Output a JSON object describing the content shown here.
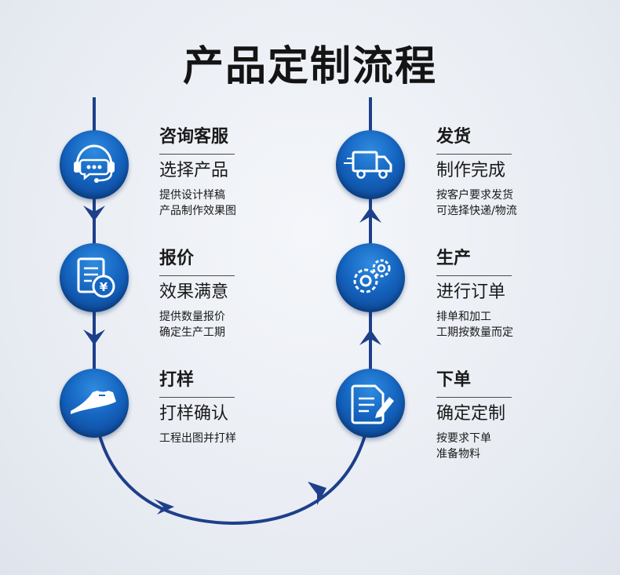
{
  "title": "产品定制流程",
  "steps": [
    {
      "icon": "customer-service-headset-icon",
      "heading": "咨询客服",
      "subheading": "选择产品",
      "line1": "提供设计样稿",
      "line2": "产品制作效果图"
    },
    {
      "icon": "quote-document-yen-icon",
      "heading": "报价",
      "subheading": "效果满意",
      "line1": "提供数量报价",
      "line2": "确定生产工期"
    },
    {
      "icon": "sample-shoe-icon",
      "heading": "打样",
      "subheading": "打样确认",
      "line1": "工程出图并打样",
      "line2": ""
    },
    {
      "icon": "order-edit-icon",
      "heading": "下单",
      "subheading": "确定定制",
      "line1": "按要求下单",
      "line2": "准备物料"
    },
    {
      "icon": "gears-icon",
      "heading": "生产",
      "subheading": "进行订单",
      "line1": "排单和加工",
      "line2": "工期按数量而定"
    },
    {
      "icon": "delivery-truck-icon",
      "heading": "发货",
      "subheading": "制作完成",
      "line1": "按客户要求发货",
      "line2": "可选择快递/物流"
    }
  ],
  "colors": {
    "flow": "#1e3f8a",
    "node": "#1565c0"
  }
}
